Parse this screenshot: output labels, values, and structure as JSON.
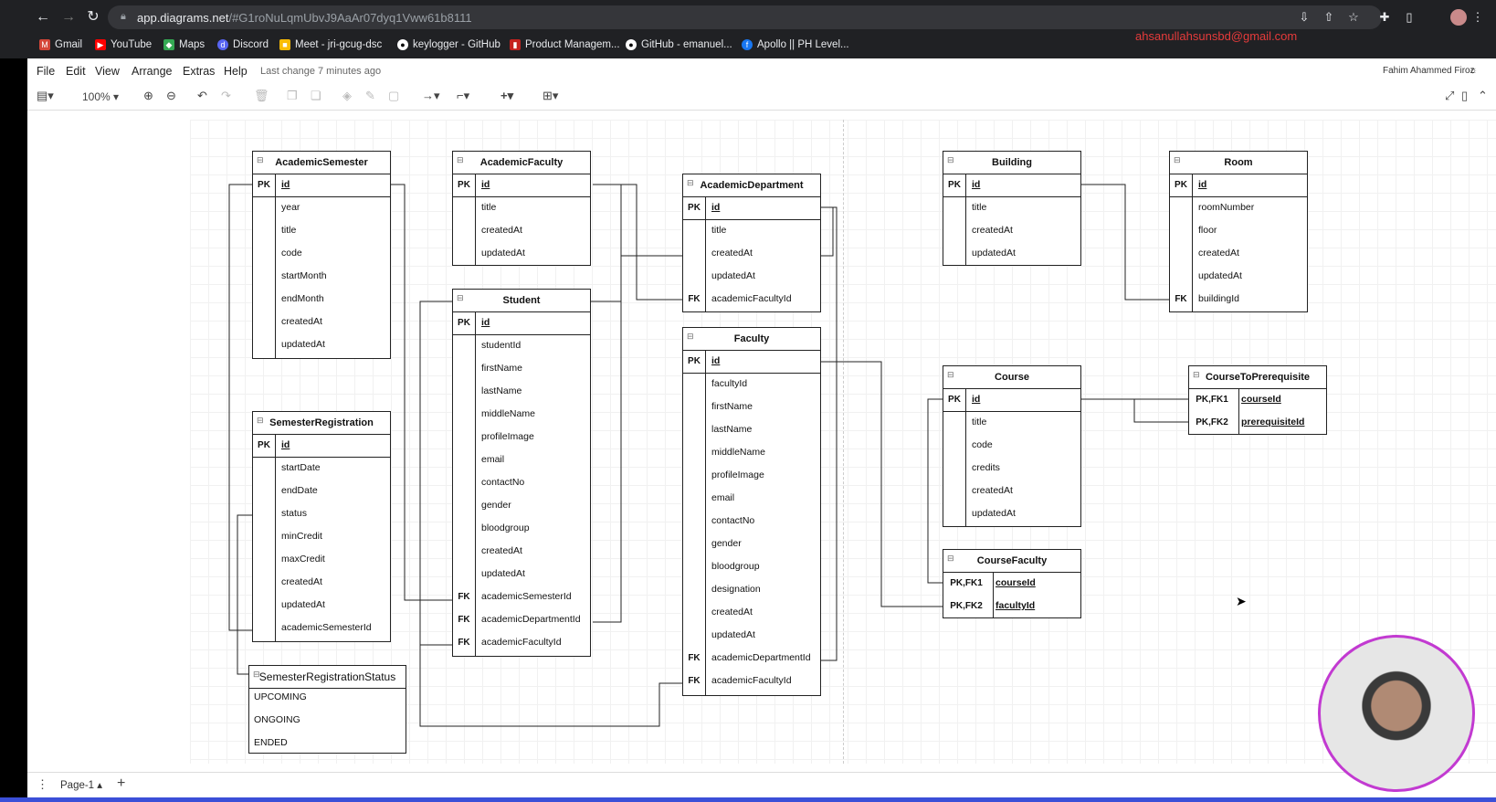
{
  "browser": {
    "url_host": "app.diagrams.net",
    "url_rest": "/#G1roNuLqmUbvJ9AaAr07dyq1Vww61b8111",
    "bookmarks": [
      "Gmail",
      "YouTube",
      "Maps",
      "Discord",
      "Meet - jri-gcug-dsc",
      "keylogger - GitHub",
      "Product Managem...",
      "GitHub - emanuel...",
      "Apollo || PH Level..."
    ],
    "overlay_email": "ahsanullahsunsbd@gmail.com"
  },
  "menu": {
    "items": [
      "File",
      "Edit",
      "View",
      "Arrange",
      "Extras",
      "Help"
    ],
    "last_change": "Last change 7 minutes ago",
    "user": "Fahim Ahammed Firoz"
  },
  "toolbar": {
    "zoom": "100%"
  },
  "page_tab": "Page-1",
  "colors": {
    "chrome_bg": "#202124",
    "email_text": "#e63b3b",
    "bottom_accent": "#3b4fd8"
  },
  "entities": {
    "academic_semester": {
      "title": "AcademicSemester",
      "pk": "PK",
      "id": "id",
      "fields": [
        "year",
        "title",
        "code",
        "startMonth",
        "endMonth",
        "createdAt",
        "updatedAt"
      ]
    },
    "academic_faculty": {
      "title": "AcademicFaculty",
      "pk": "PK",
      "id": "id",
      "fields": [
        "title",
        "createdAt",
        "updatedAt"
      ]
    },
    "academic_department": {
      "title": "AcademicDepartment",
      "pk": "PK",
      "id": "id",
      "fields": [
        "title",
        "createdAt",
        "updatedAt"
      ],
      "fk": "FK",
      "fk_field": "academicFacultyId"
    },
    "building": {
      "title": "Building",
      "pk": "PK",
      "id": "id",
      "fields": [
        "title",
        "createdAt",
        "updatedAt"
      ]
    },
    "room": {
      "title": "Room",
      "pk": "PK",
      "id": "id",
      "fields": [
        "roomNumber",
        "floor",
        "createdAt",
        "updatedAt"
      ],
      "fk": "FK",
      "fk_field": "buildingId"
    },
    "student": {
      "title": "Student",
      "pk": "PK",
      "id": "id",
      "fields": [
        "studentId",
        "firstName",
        "lastName",
        "middleName",
        "profileImage",
        "email",
        "contactNo",
        "gender",
        "bloodgroup",
        "createdAt",
        "updatedAt"
      ],
      "fk": "FK",
      "fk_fields": [
        "academicSemesterId",
        "academicDepartmentId",
        "academicFacultyId"
      ]
    },
    "faculty": {
      "title": "Faculty",
      "pk": "PK",
      "id": "id",
      "fields": [
        "facultyId",
        "firstName",
        "lastName",
        "middleName",
        "profileImage",
        "email",
        "contactNo",
        "gender",
        "bloodgroup",
        "designation",
        "createdAt",
        "updatedAt"
      ],
      "fk": "FK",
      "fk_fields": [
        "academicDepartmentId",
        "academicFacultyId"
      ]
    },
    "semester_registration": {
      "title": "SemesterRegistration",
      "pk": "PK",
      "id": "id",
      "fields": [
        "startDate",
        "endDate",
        "status",
        "minCredit",
        "maxCredit",
        "createdAt",
        "updatedAt",
        "academicSemesterId"
      ]
    },
    "semester_registration_status": {
      "title": "SemesterRegistrationStatus",
      "values": [
        "UPCOMING",
        "ONGOING",
        "ENDED"
      ]
    },
    "course": {
      "title": "Course",
      "pk": "PK",
      "id": "id",
      "fields": [
        "title",
        "code",
        "credits",
        "createdAt",
        "updatedAt"
      ]
    },
    "course_to_prerequisite": {
      "title": "CourseToPrerequisite",
      "keys": [
        "PK,FK1",
        "PK,FK2"
      ],
      "fields": [
        "courseId",
        "prerequisiteId"
      ]
    },
    "course_faculty": {
      "title": "CourseFaculty",
      "keys": [
        "PK,FK1",
        "PK,FK2"
      ],
      "fields": [
        "courseId",
        "facultyId"
      ]
    }
  }
}
